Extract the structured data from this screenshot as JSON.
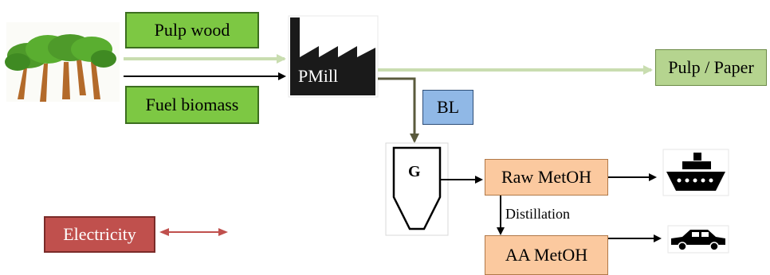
{
  "inputs": {
    "pulp_wood": "Pulp wood",
    "fuel_biomass": "Fuel biomass"
  },
  "mill": {
    "label": "PMill"
  },
  "outputs": {
    "pulp_paper": "Pulp / Paper",
    "black_liquor": "BL"
  },
  "gasifier": {
    "label": "G"
  },
  "methanol": {
    "raw": "Raw MetOH",
    "distillation": "Distillation",
    "aa": "AA MetOH"
  },
  "electricity": {
    "label": "Electricity"
  },
  "icons": [
    "trees-icon",
    "factory-icon",
    "gasifier-icon",
    "ship-icon",
    "car-icon"
  ],
  "colors": {
    "green_box": "#7dc843",
    "light_green_box": "#b5d48f",
    "blue_box": "#90b8e6",
    "peach_box": "#fbc99f",
    "red_box": "#c0504d",
    "pulp_arrow": "#c9ddb0",
    "bl_arrow": "#5a5a3c",
    "electric_arrow": "#c0504d"
  }
}
